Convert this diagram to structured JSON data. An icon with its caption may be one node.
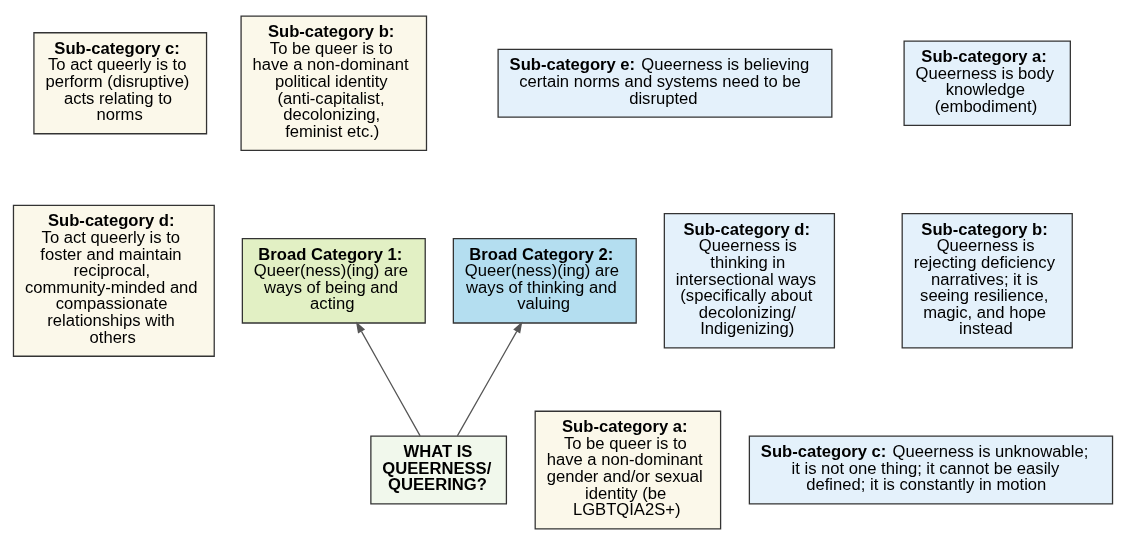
{
  "diagram": {
    "nodes": [
      {
        "text": [
          "Sub-category b:",
          "To be queer is to have a non-dominant political identity (anti-capitalist, decolonizing, feminist etc.)"
        ]
      },
      {
        "text": [
          "Sub-category c:",
          "To act queerly is to perform (disruptive) acts relating to norms"
        ]
      },
      {
        "text": [
          "Sub-category d:",
          "To act queerly is to foster and maintain reciprocal, community-minded and compassionate relationships with others"
        ]
      },
      {
        "text": [
          "Broad Category 1:",
          "Queer(ness)(ing) are ways of being and acting"
        ]
      },
      {
        "text": [
          "Sub-category a:",
          "To be queer is to have a non-dominant gender and/or sexual identity (be LGBTQIA2S+)"
        ]
      },
      {
        "text": [
          "Sub-category a:",
          "Queerness is body knowledge (embodiment)"
        ]
      },
      {
        "text": [
          "Sub-category e: Queerness is believing certain norms and systems need to be disrupted"
        ]
      },
      {
        "text": [
          "Sub-category b:",
          "Queerness is rejecting deficiency narratives; it is seeing resilience, magic, and hope instead"
        ]
      },
      {
        "text": [
          "Broad Category 2:",
          "Queer(ness)(ing) are ways of thinking and valuing"
        ]
      },
      {
        "text": [
          "Sub-category d:",
          "Queerness is thinking in intersectional ways (specifically about decolonizing/ Indigenizing)"
        ]
      },
      {
        "text": [
          "Sub-category c: Queerness is unknowable; it is not one thing; it cannot be easily defined; it is constantly in motion"
        ]
      },
      {
        "text": [
          "WHAT IS QUEERNESS/ QUEERING?"
        ]
      }
    ],
    "edges": [
      {
        "from": 11,
        "to": 3,
        "arrow": "to"
      },
      {
        "from": 11,
        "to": 8,
        "arrow": "to"
      }
    ]
  }
}
